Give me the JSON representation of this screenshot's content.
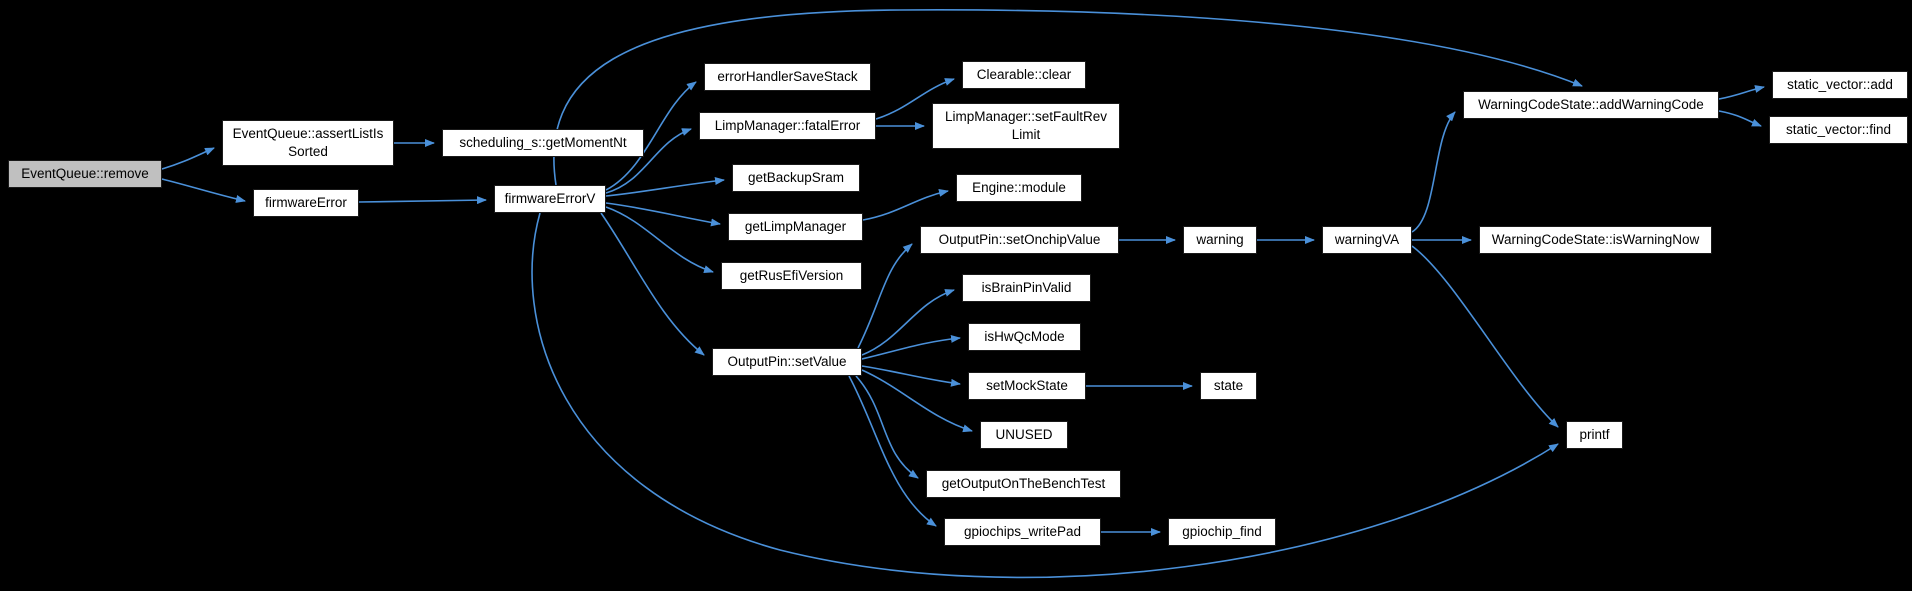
{
  "diagram": {
    "type": "call-graph",
    "background_color": "#000000",
    "node_fill": "#ffffff",
    "node_border": "#1a1a1a",
    "highlight_fill": "#c0c0c0",
    "edge_color": "#4a90d9",
    "text_color": "#000000"
  },
  "nodes": [
    {
      "id": "remove",
      "label": "EventQueue::remove",
      "highlighted": true
    },
    {
      "id": "assertListIsSorted",
      "label": "EventQueue::assertListIs Sorted",
      "highlighted": false
    },
    {
      "id": "getMomentNt",
      "label": "scheduling_s::getMomentNt",
      "highlighted": false
    },
    {
      "id": "firmwareError",
      "label": "firmwareError",
      "highlighted": false
    },
    {
      "id": "firmwareErrorV",
      "label": "firmwareErrorV",
      "highlighted": false
    },
    {
      "id": "errorHandlerSaveStack",
      "label": "errorHandlerSaveStack",
      "highlighted": false
    },
    {
      "id": "fatalError",
      "label": "LimpManager::fatalError",
      "highlighted": false
    },
    {
      "id": "clear",
      "label": "Clearable::clear",
      "highlighted": false
    },
    {
      "id": "setFaultRevLimit",
      "label": "LimpManager::setFaultRev Limit",
      "highlighted": false
    },
    {
      "id": "getBackupSram",
      "label": "getBackupSram",
      "highlighted": false
    },
    {
      "id": "getLimpManager",
      "label": "getLimpManager",
      "highlighted": false
    },
    {
      "id": "engineModule",
      "label": "Engine::module",
      "highlighted": false
    },
    {
      "id": "getRusEfiVersion",
      "label": "getRusEfiVersion",
      "highlighted": false
    },
    {
      "id": "setOnchipValue",
      "label": "OutputPin::setOnchipValue",
      "highlighted": false
    },
    {
      "id": "warning",
      "label": "warning",
      "highlighted": false
    },
    {
      "id": "warningVA",
      "label": "warningVA",
      "highlighted": false
    },
    {
      "id": "addWarningCode",
      "label": "WarningCodeState::addWarningCode",
      "highlighted": false
    },
    {
      "id": "staticVectorAdd",
      "label": "static_vector::add",
      "highlighted": false
    },
    {
      "id": "staticVectorFind",
      "label": "static_vector::find",
      "highlighted": false
    },
    {
      "id": "isWarningNow",
      "label": "WarningCodeState::isWarningNow",
      "highlighted": false
    },
    {
      "id": "isBrainPinValid",
      "label": "isBrainPinValid",
      "highlighted": false
    },
    {
      "id": "isHwQcMode",
      "label": "isHwQcMode",
      "highlighted": false
    },
    {
      "id": "setValue",
      "label": "OutputPin::setValue",
      "highlighted": false
    },
    {
      "id": "setMockState",
      "label": "setMockState",
      "highlighted": false
    },
    {
      "id": "state",
      "label": "state",
      "highlighted": false
    },
    {
      "id": "unused",
      "label": "UNUSED",
      "highlighted": false
    },
    {
      "id": "getOutputOnTheBenchTest",
      "label": "getOutputOnTheBenchTest",
      "highlighted": false
    },
    {
      "id": "gpiochipsWritePad",
      "label": "gpiochips_writePad",
      "highlighted": false
    },
    {
      "id": "gpiochipFind",
      "label": "gpiochip_find",
      "highlighted": false
    },
    {
      "id": "printf",
      "label": "printf",
      "highlighted": false
    }
  ],
  "edges": [
    {
      "from": "remove",
      "to": "assertListIsSorted"
    },
    {
      "from": "remove",
      "to": "firmwareError"
    },
    {
      "from": "assertListIsSorted",
      "to": "getMomentNt"
    },
    {
      "from": "firmwareError",
      "to": "firmwareErrorV"
    },
    {
      "from": "firmwareErrorV",
      "to": "errorHandlerSaveStack"
    },
    {
      "from": "firmwareErrorV",
      "to": "fatalError"
    },
    {
      "from": "firmwareErrorV",
      "to": "getBackupSram"
    },
    {
      "from": "firmwareErrorV",
      "to": "getLimpManager"
    },
    {
      "from": "firmwareErrorV",
      "to": "getRusEfiVersion"
    },
    {
      "from": "firmwareErrorV",
      "to": "setValue"
    },
    {
      "from": "firmwareErrorV",
      "to": "addWarningCode"
    },
    {
      "from": "firmwareErrorV",
      "to": "printf"
    },
    {
      "from": "fatalError",
      "to": "clear"
    },
    {
      "from": "fatalError",
      "to": "setFaultRevLimit"
    },
    {
      "from": "getLimpManager",
      "to": "engineModule"
    },
    {
      "from": "setValue",
      "to": "setOnchipValue"
    },
    {
      "from": "setValue",
      "to": "isBrainPinValid"
    },
    {
      "from": "setValue",
      "to": "isHwQcMode"
    },
    {
      "from": "setValue",
      "to": "setMockState"
    },
    {
      "from": "setValue",
      "to": "unused"
    },
    {
      "from": "setValue",
      "to": "getOutputOnTheBenchTest"
    },
    {
      "from": "setValue",
      "to": "gpiochipsWritePad"
    },
    {
      "from": "setOnchipValue",
      "to": "warning"
    },
    {
      "from": "warning",
      "to": "warningVA"
    },
    {
      "from": "warningVA",
      "to": "addWarningCode"
    },
    {
      "from": "warningVA",
      "to": "isWarningNow"
    },
    {
      "from": "warningVA",
      "to": "printf"
    },
    {
      "from": "addWarningCode",
      "to": "staticVectorAdd"
    },
    {
      "from": "addWarningCode",
      "to": "staticVectorFind"
    },
    {
      "from": "setMockState",
      "to": "state"
    },
    {
      "from": "gpiochipsWritePad",
      "to": "gpiochipFind"
    }
  ]
}
